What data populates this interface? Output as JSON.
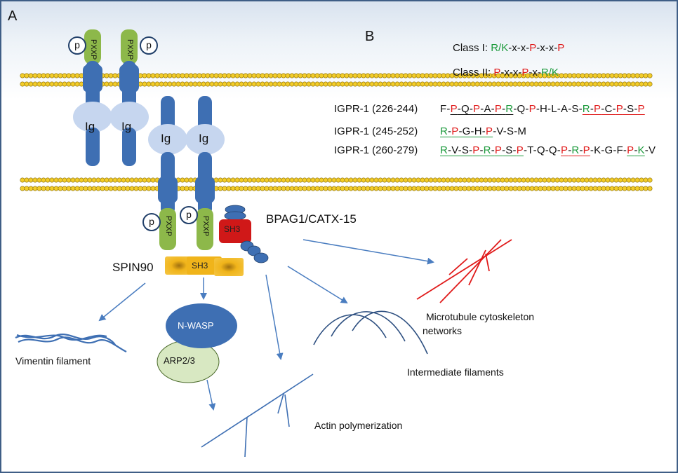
{
  "panels": {
    "a": "A",
    "b": "B"
  },
  "receptor": {
    "motif": "PXXP",
    "phospho": "p",
    "ig": "Ig",
    "sh3": "SH3"
  },
  "labels": {
    "bpag1": "BPAG1/CATX-15",
    "spin90": "SPIN90",
    "nwasp": "N-WASP",
    "arp": "ARP2/3",
    "vimentin": "Vimentin filament",
    "actin": "Actin polymerization",
    "intermediate": "Intermediate filaments",
    "microtubule_1": "Microtubule cytoskeleton",
    "microtubule_2": "networks"
  },
  "classes": {
    "class1_label": "Class I: ",
    "class2_label": "Class II: "
  },
  "sequences": [
    {
      "name": "IGPR-1 (226-244)"
    },
    {
      "name": "IGPR-1 (245-252)"
    },
    {
      "name": "IGPR-1 (260-279)"
    }
  ],
  "colors": {
    "border": "#3f5e86",
    "receptor": "#3e6fb3",
    "ig_domain": "#c6d6ef",
    "motif": "#8db84a",
    "sh3_red": "#d01818",
    "sh3_yellow": "#f0b41a",
    "nwasp": "#3e6fb3",
    "arp": "#d8e8c2",
    "arrow": "#4a7dc0",
    "membrane": "#f2cc2a",
    "basic_residue": "#1c9a3c",
    "proline": "#e01a1a"
  }
}
